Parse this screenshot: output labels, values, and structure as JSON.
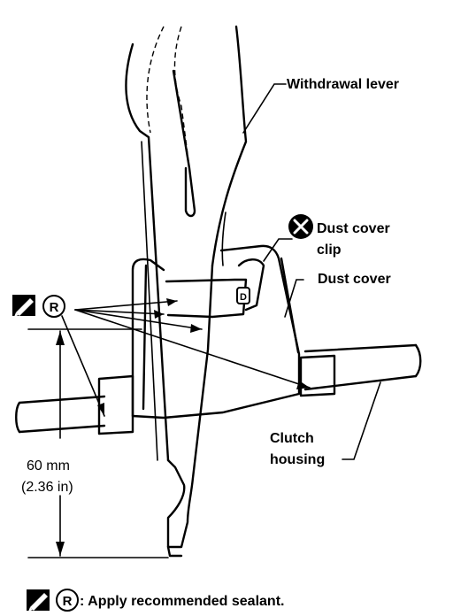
{
  "labels": {
    "withdrawal_lever": "Withdrawal lever",
    "dust_cover_clip_line1": "Dust cover",
    "dust_cover_clip_line2": "clip",
    "dust_cover": "Dust cover",
    "clutch_housing_line1": "Clutch",
    "clutch_housing_line2": "housing",
    "dimension_line1": "60 mm",
    "dimension_line2": "(2.36 in)",
    "r_symbol": "R",
    "clip_mark": "D"
  },
  "legend": {
    "r_symbol": "R",
    "text": ": Apply recommended sealant."
  },
  "icons": {
    "sealant": "sealant-tube-icon",
    "do_not_reuse": "x-circle-icon"
  }
}
